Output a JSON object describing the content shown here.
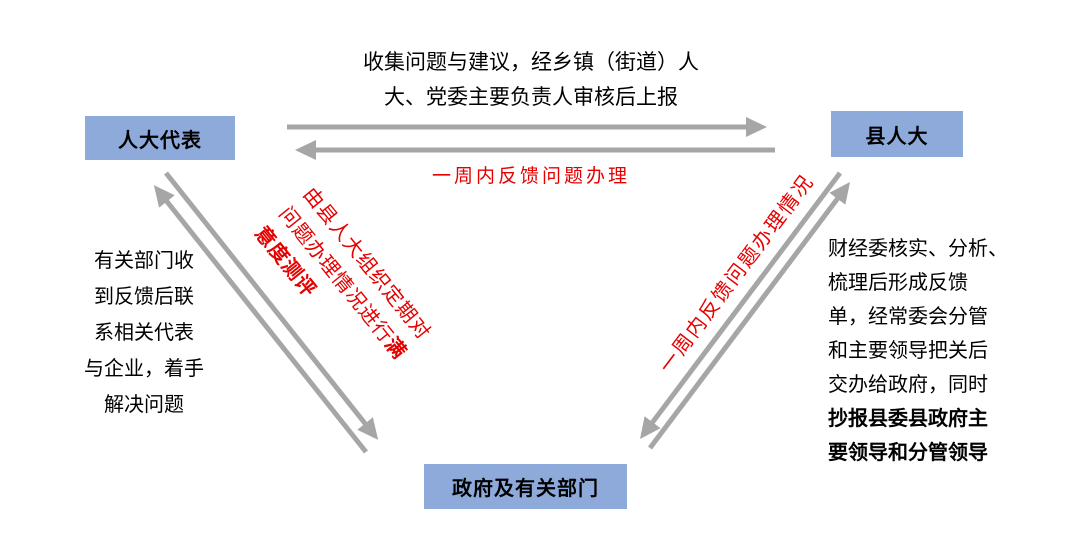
{
  "colors": {
    "box_bg": "#8EAADB",
    "arrow": "#A6A6A6",
    "red_text": "#E60000",
    "black_text": "#000000"
  },
  "nodes": {
    "rep_label": "人大代表",
    "county_label": "县人大",
    "gov_label": "政府及有关部门"
  },
  "edges": {
    "top_label": "收集问题与建议，经乡镇（街道）人\n大、党委主要负责人审核后上报",
    "top_feedback_label": "一周内反馈问题办理",
    "left_diag_normal": "由县人大组织定期对问题办理情况进行",
    "left_diag_bold": "满意度测评",
    "right_diag_label": "一周内反馈问题办理情况"
  },
  "notes": {
    "left_note": "有关部门收\n到反馈后联\n系相关代表\n与企业，着手\n解决问题",
    "right_note_normal": "财经委核实、分析、\n梳理后形成反馈\n单，经常委会分管\n和主要领导把关后\n交办给政府，同时",
    "right_note_bold": "抄报县委县政府主\n要领导和分管领导"
  }
}
